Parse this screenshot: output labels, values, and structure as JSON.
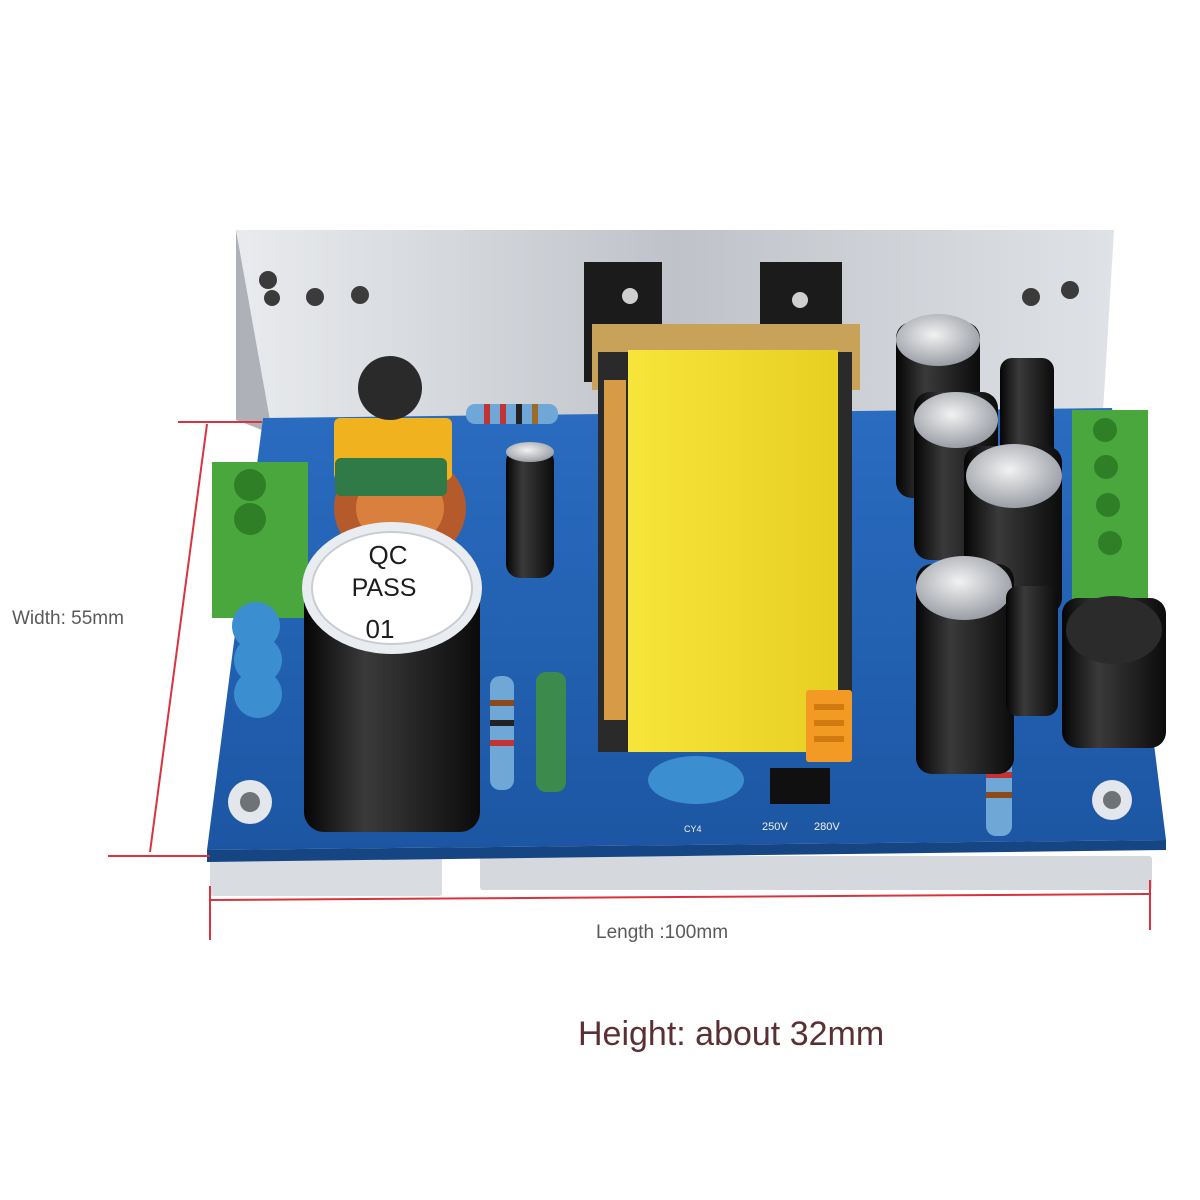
{
  "dimensions": {
    "width_label": "Width: 55mm",
    "length_label": "Length :100mm",
    "height_label": "Height: about 32mm"
  },
  "board_markings": {
    "qc_sticker_line1": "QC",
    "qc_sticker_line2": "PASS",
    "qc_sticker_line3": "01",
    "jumper_left": "250V",
    "jumper_right": "280V",
    "cap_code": "CY4"
  },
  "colors": {
    "dimension_line": "#d9343d",
    "pcb": "#1f5fb0",
    "heatsink": "#c9ccd1",
    "transformer": "#f2df2e",
    "terminal_block": "#46a83e",
    "capacitor": "#161616"
  }
}
